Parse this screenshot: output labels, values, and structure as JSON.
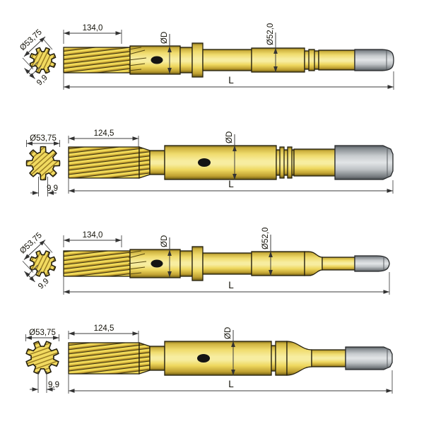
{
  "background": "#ffffff",
  "palette": {
    "body_yellow": "#f2da55",
    "spline_dark": "#3a2f10",
    "tip_gray": "#c7cbce",
    "outline": "#241f0e",
    "dimension_line": "#3c3c3c"
  },
  "drawings": [
    {
      "name": "shank-adapter-1",
      "end_view": {
        "diameter": "Ø53,75",
        "spline_width": "9,9"
      },
      "side_view": {
        "spline_length": "134,0",
        "body_diameter": "ØD",
        "shaft_diameter": "Ø52,0",
        "total_length": "L"
      }
    },
    {
      "name": "shank-adapter-2",
      "end_view": {
        "diameter": "Ø53,75",
        "spline_width": "9,9"
      },
      "side_view": {
        "spline_length": "124,5",
        "body_diameter": "ØD",
        "total_length": "L"
      }
    },
    {
      "name": "shank-adapter-3",
      "end_view": {
        "diameter": "Ø53,75",
        "spline_width": "9,9"
      },
      "side_view": {
        "spline_length": "134,0",
        "body_diameter": "ØD",
        "shaft_diameter": "Ø52,0",
        "total_length": "L"
      }
    },
    {
      "name": "shank-adapter-4",
      "end_view": {
        "diameter": "Ø53,75",
        "spline_width": "9,9"
      },
      "side_view": {
        "spline_length": "124,5",
        "body_diameter": "ØD",
        "total_length": "L"
      }
    }
  ]
}
